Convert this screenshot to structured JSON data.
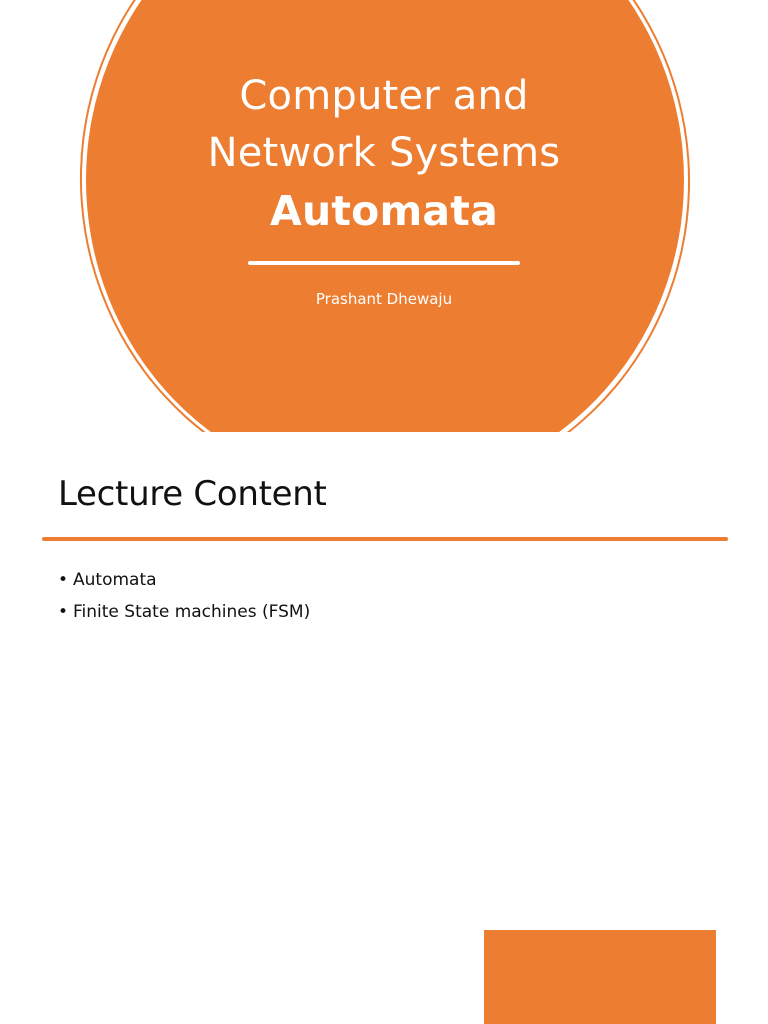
{
  "slide_1": {
    "title_line_1": "Computer and",
    "title_line_2": "Network Systems",
    "title_line_3": "Automata",
    "presenter": "Prashant Dhewaju"
  },
  "slide_2": {
    "title": "Lecture Content",
    "bullets": [
      "Automata",
      "Finite State machines (FSM)"
    ]
  },
  "colors": {
    "accent": "#ed7d31",
    "background": "#ffffff",
    "text": "#111111"
  },
  "bullet_symbol": "•"
}
